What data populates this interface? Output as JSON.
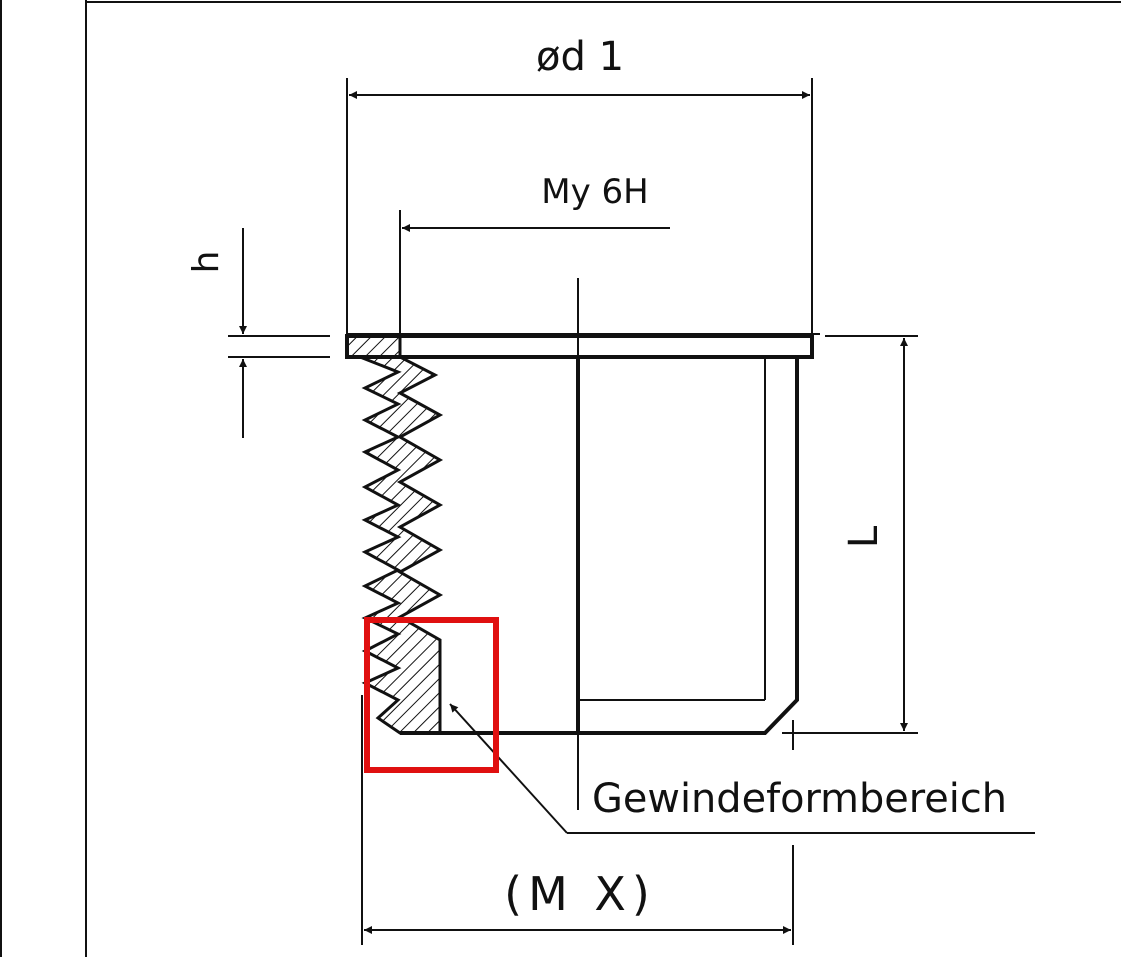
{
  "labels": {
    "diameter": "ød 1",
    "thread": "My 6H",
    "height": "h",
    "length": "L",
    "callout": "Gewindeformbereich",
    "overall": "(M X)"
  },
  "colors": {
    "line": "#111111",
    "highlight": "#e01010",
    "background": "#ffffff"
  }
}
